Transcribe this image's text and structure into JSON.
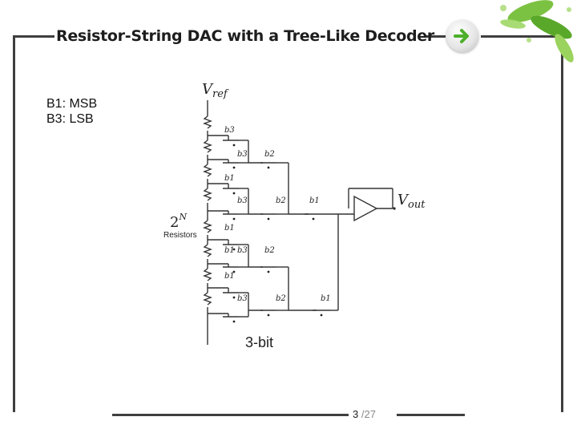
{
  "slide": {
    "title": "Resistor-String DAC with a Tree-Like Decoder",
    "notes": [
      "B1: MSB",
      "B3: LSB"
    ],
    "page_current": "3",
    "page_sep": "/",
    "page_total": "27"
  },
  "circuit": {
    "vref_label": "V",
    "vref_sub": "ref",
    "vout_label": "V",
    "vout_sub": "out",
    "resistor_count_label": "2",
    "resistor_count_sup": "N",
    "resistors_caption": "Resistors",
    "caption": "3-bit",
    "switch_labels": [
      "b3",
      "b3",
      "b2",
      "b1",
      "b1",
      "b3",
      "b2",
      "b1",
      "b1",
      "b3",
      "b2",
      "b1",
      "b3",
      "b2",
      "b1"
    ]
  },
  "icons": {
    "nav": "arrow-right-icon",
    "decoration": "green-leaves-decoration"
  },
  "colors": {
    "frame": "#3f3f3f",
    "nav_arrow": "#4caf2a",
    "leaf": "#7cc242"
  }
}
